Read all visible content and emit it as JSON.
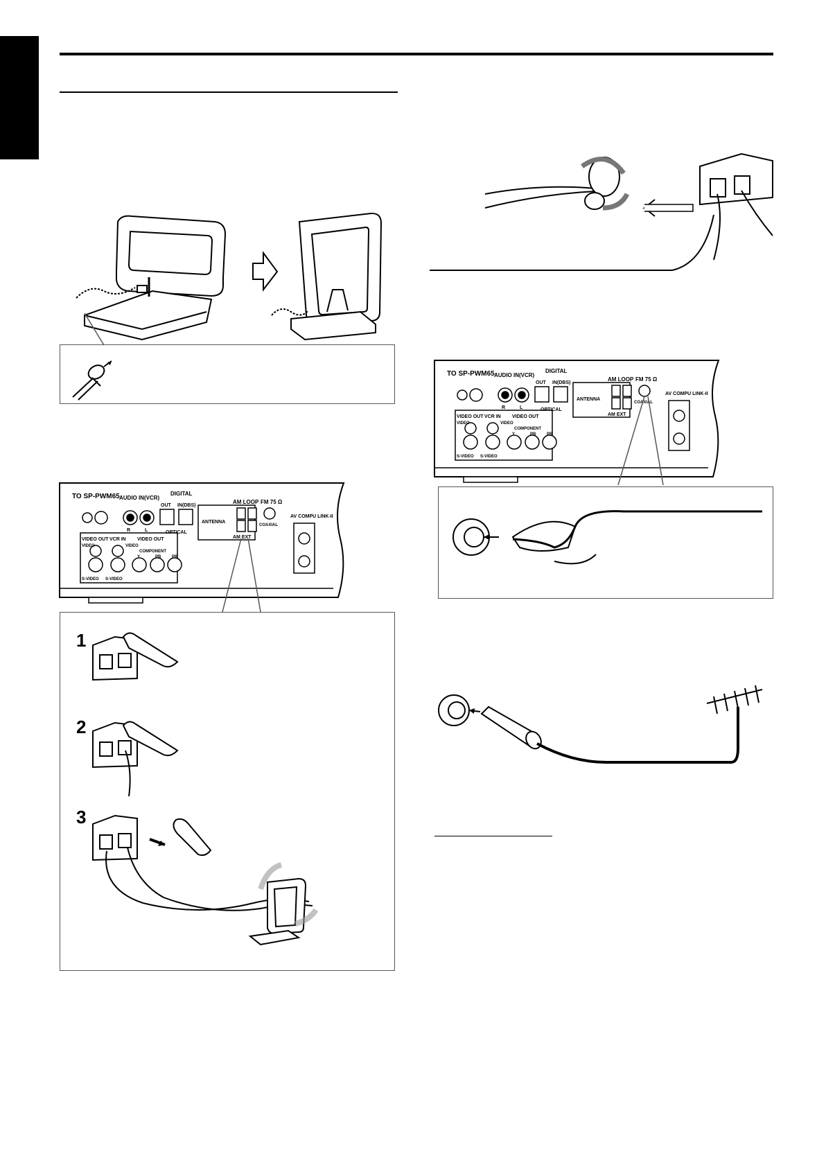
{
  "panel": {
    "to_sp": "TO SP-PWM65",
    "audio_in": "AUDIO IN(VCR)",
    "r": "R",
    "l": "L",
    "digital": "DIGITAL",
    "out": "OUT",
    "in_dbs": "IN(DBS)",
    "optical": "OPTICAL",
    "antenna": "ANTENNA",
    "am_loop": "AM LOOP",
    "am_ext": "AM EXT",
    "fm": "FM 75 Ω",
    "coaxial": "COAXIAL",
    "av_compu": "AV COMPU LINK-II",
    "video_out": "VIDEO OUT",
    "vcr_in": "VCR IN",
    "video_out2": "VIDEO OUT",
    "video": "VIDEO",
    "video2": "VIDEO",
    "component": "COMPONENT",
    "y": "Y",
    "pb": "PB",
    "pr": "PR",
    "s_video": "S-VIDEO",
    "s_video2": "S-VIDEO"
  },
  "steps": [
    "1",
    "2",
    "3"
  ]
}
